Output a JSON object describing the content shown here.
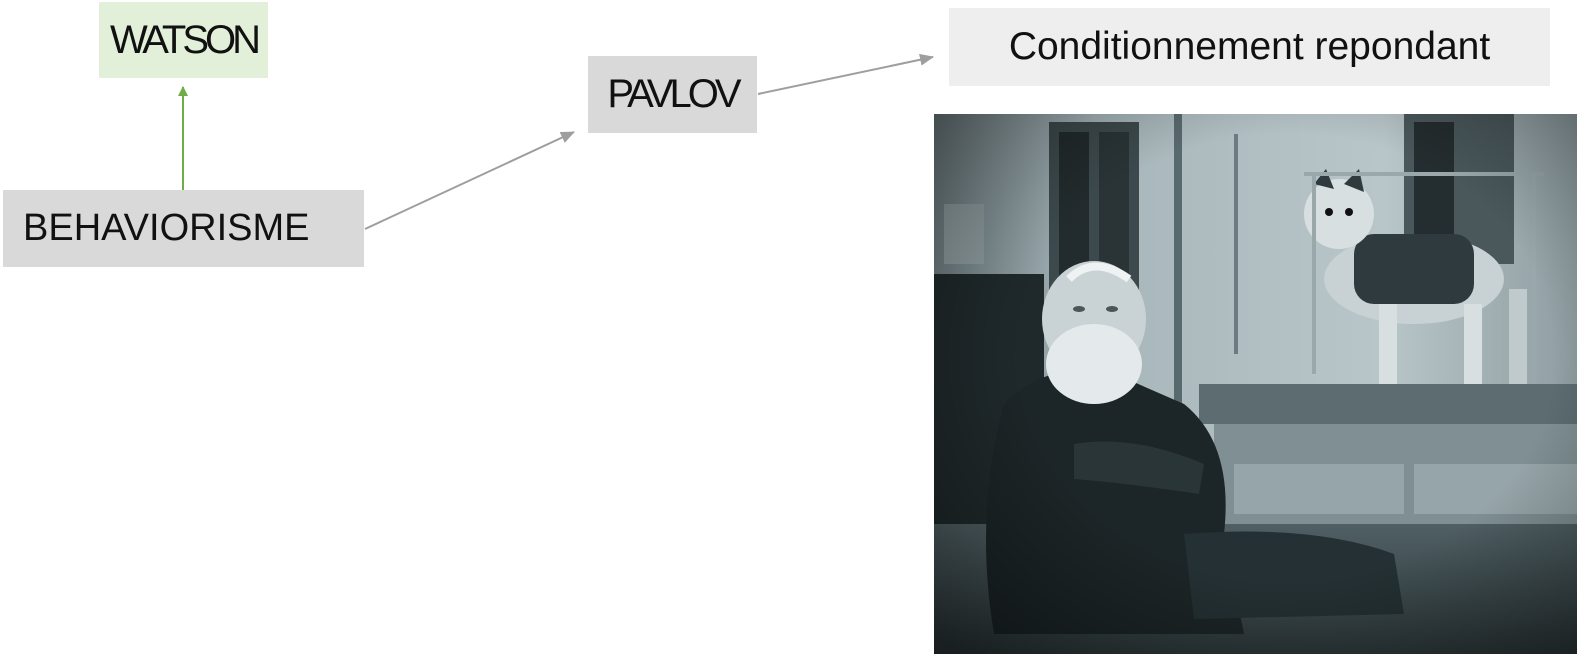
{
  "nodes": {
    "watson": {
      "label": "WATSON",
      "fill": "#e2efd9"
    },
    "pavlov": {
      "label": "PAVLOV",
      "fill": "#d9d9d9"
    },
    "behaviorisme": {
      "label": "BEHAVIORISME",
      "fill": "#d9d9d9"
    },
    "conditionnement": {
      "label": "Conditionnement repondant",
      "fill": "#eeeeee"
    }
  },
  "edges": [
    {
      "from": "behaviorisme",
      "to": "watson",
      "color": "#70ad47"
    },
    {
      "from": "behaviorisme",
      "to": "pavlov",
      "color": "#9e9e9e"
    },
    {
      "from": "pavlov",
      "to": "conditionnement",
      "color": "#9e9e9e"
    }
  ],
  "photo": {
    "icon": "pavlov-dog-photo"
  }
}
